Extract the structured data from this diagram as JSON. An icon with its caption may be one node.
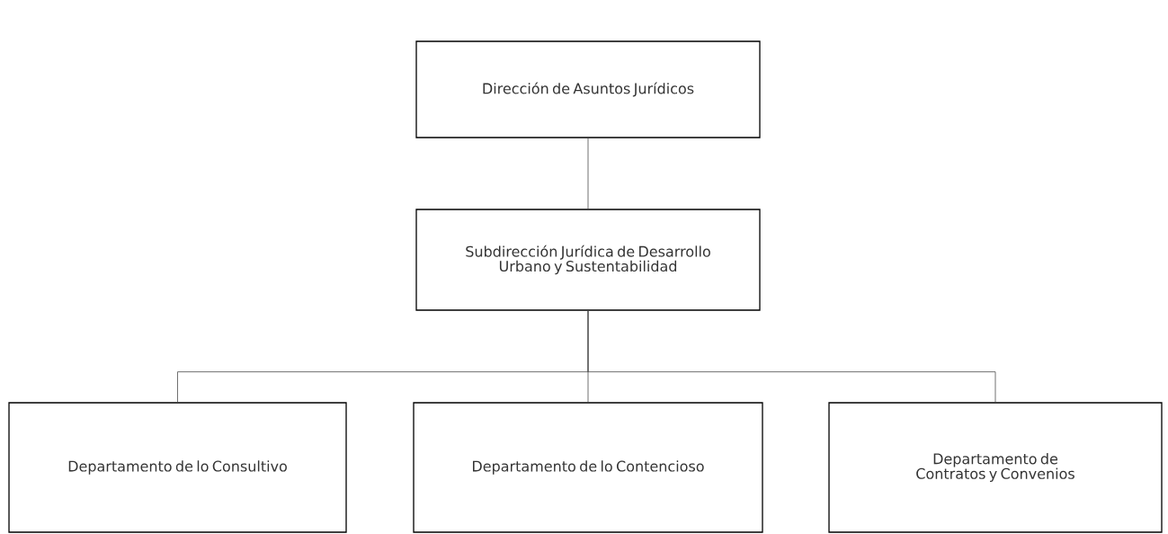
{
  "diagram": {
    "nodes": [
      {
        "text": [
          "Dirección de Asuntos Jurídicos"
        ]
      },
      {
        "text": [
          "Subdirección Jurídica de Desarrollo Urbano y Sustentabilidad"
        ]
      },
      {
        "text": [
          "Departamento de lo Consultivo"
        ]
      },
      {
        "text": [
          "Departamento de lo Contencioso"
        ]
      },
      {
        "text": [
          "Departamento de Contratos y Convenios"
        ]
      }
    ],
    "edges": [
      {
        "from": 0,
        "to": 1,
        "arrow": "none"
      },
      {
        "from": 1,
        "to": 2,
        "arrow": "none"
      },
      {
        "from": 1,
        "to": 3,
        "arrow": "none"
      },
      {
        "from": 1,
        "to": 4,
        "arrow": "none"
      }
    ]
  }
}
